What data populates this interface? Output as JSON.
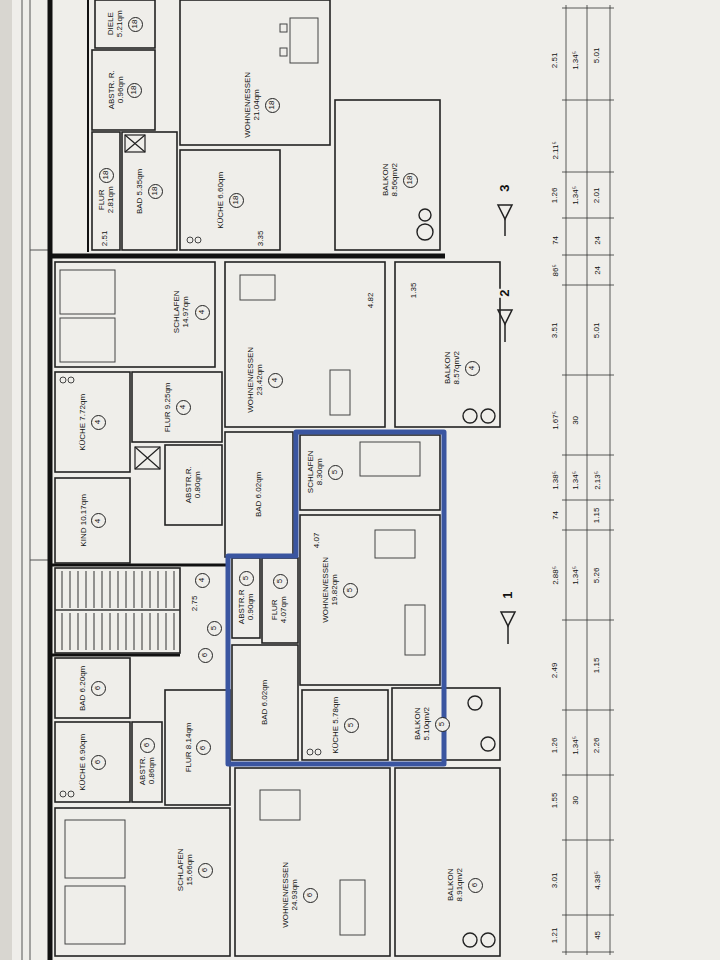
{
  "diagram": {
    "nodes": [
      {
        "text": [
          "DIELE 5.21qm"
        ]
      },
      {
        "text": [
          "18"
        ],
        "in": 0
      },
      {
        "text": [
          "ABSTR. R. 0.96qm"
        ]
      },
      {
        "text": [
          "18"
        ],
        "in": 2
      },
      {
        "text": [
          "FLUR 2.81qm"
        ]
      },
      {
        "text": [
          "18"
        ],
        "in": 4
      },
      {
        "text": [
          "BAD 5.35qm"
        ]
      },
      {
        "text": [
          "18"
        ],
        "in": 6
      },
      {
        "text": [
          "WOHNEN/ESSEN 21.04qm"
        ]
      },
      {
        "text": [
          "18"
        ],
        "in": 8
      },
      {
        "text": [
          "KÜCHE 6.60qm"
        ]
      },
      {
        "text": [
          "18"
        ],
        "in": 10
      },
      {
        "text": [
          "BALKON 8.56qm/2"
        ]
      },
      {
        "text": [
          "18"
        ],
        "in": 12
      },
      {
        "text": [
          "SCHLAFEN 14.97qm"
        ]
      },
      {
        "text": [
          "4"
        ],
        "in": 14
      },
      {
        "text": [
          "WOHNEN/ESSEN 23.42qm"
        ]
      },
      {
        "text": [
          "4"
        ],
        "in": 16
      },
      {
        "text": [
          "BALKON 8.57qm/2"
        ]
      },
      {
        "text": [
          "4"
        ],
        "in": 18
      },
      {
        "text": [
          "KÜCHE 7.72qm"
        ]
      },
      {
        "text": [
          "4"
        ],
        "in": 20
      },
      {
        "text": [
          "FLUR 9.25qm"
        ]
      },
      {
        "text": [
          "4"
        ],
        "in": 22
      },
      {
        "text": [
          "ABSTR.R. 0.80qm"
        ]
      },
      {
        "text": [
          "KIND 10.17qm"
        ]
      },
      {
        "text": [
          "4"
        ],
        "in": 25
      },
      {
        "text": [
          "BAD 6.02qm"
        ]
      },
      {
        "text": [
          "4"
        ]
      },
      {
        "text": [
          "5"
        ]
      },
      {
        "text": [
          "6"
        ]
      },
      {
        "text": [
          "SCHLAFEN 8.30qm"
        ]
      },
      {
        "text": [
          "5"
        ],
        "in": 31
      },
      {
        "text": [
          "ABSTR.R 0.90qm"
        ]
      },
      {
        "text": [
          "5"
        ],
        "in": 33
      },
      {
        "text": [
          "FLUR 4.07qm"
        ]
      },
      {
        "text": [
          "5"
        ],
        "in": 35
      },
      {
        "text": [
          "WOHNEN/ESSEN 19.82qm"
        ]
      },
      {
        "text": [
          "5"
        ],
        "in": 37
      },
      {
        "text": [
          "BAD 6.02qm"
        ]
      },
      {
        "text": [
          "KÜCHE 5.78qm"
        ]
      },
      {
        "text": [
          "5"
        ],
        "in": 40
      },
      {
        "text": [
          "BALKON 5.10qm/2"
        ]
      },
      {
        "text": [
          "5"
        ],
        "in": 42
      },
      {
        "text": [
          "BAD 6.20qm"
        ]
      },
      {
        "text": [
          "6"
        ],
        "in": 44
      },
      {
        "text": [
          "KÜCHE 6.90qm"
        ]
      },
      {
        "text": [
          "6"
        ],
        "in": 46
      },
      {
        "text": [
          "ABSTR. 0.86qm"
        ]
      },
      {
        "text": [
          "6"
        ],
        "in": 48
      },
      {
        "text": [
          "FLUR 8.14qm"
        ]
      },
      {
        "text": [
          "6"
        ],
        "in": 50
      },
      {
        "text": [
          "SCHLAFEN 15.66qm"
        ]
      },
      {
        "text": [
          "6"
        ],
        "in": 52
      },
      {
        "text": [
          "WOHNEN/ESSEN 24.93qm"
        ]
      },
      {
        "text": [
          "6"
        ],
        "in": 54
      },
      {
        "text": [
          "BALKON 8.91qm/2"
        ]
      },
      {
        "text": [
          "6"
        ],
        "in": 56
      }
    ],
    "labels": [
      "3",
      "2",
      "1",
      "2.75",
      "4.82",
      "1.35",
      "3.35",
      "2.51",
      "4.07",
      "2.51",
      "2.11⁵",
      "1.26",
      "74",
      "86⁵",
      "3.51",
      "1.67⁵",
      "1.38⁵",
      "74",
      "2.88⁵",
      "2.49",
      "1.26",
      "1.55",
      "3.01",
      "1.21",
      "1.34⁵",
      "1.34⁵",
      "30",
      "1.34⁵",
      "1.34⁵",
      "1.34⁵",
      "30",
      "5.01",
      "2.01",
      "24",
      "24",
      "5.01",
      "2.13⁵",
      "1.15",
      "5.26",
      "1.15",
      "2.26",
      "4.38⁵",
      "45"
    ]
  }
}
